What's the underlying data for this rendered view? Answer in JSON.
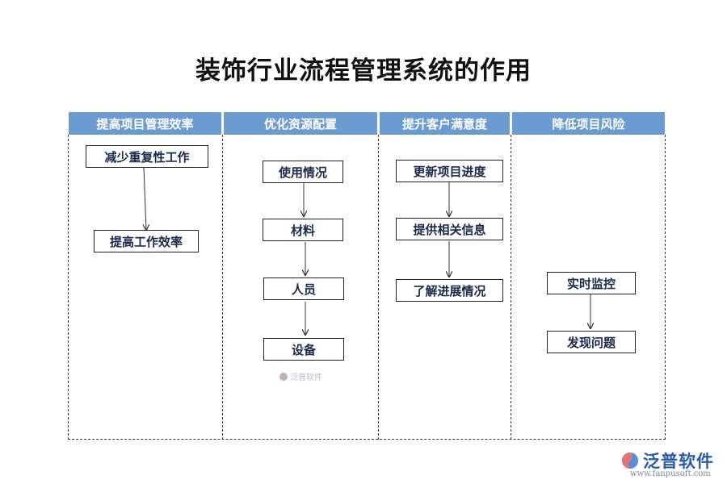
{
  "title": "装饰行业流程管理系统的作用",
  "columns": [
    {
      "header": "提高项目管理效率",
      "steps": [
        "减少重复性工作",
        "提高工作效率"
      ]
    },
    {
      "header": "优化资源配置",
      "steps": [
        "使用情况",
        "材料",
        "人员",
        "设备"
      ]
    },
    {
      "header": "提升客户满意度",
      "steps": [
        "更新项目进度",
        "提供相关信息",
        "了解进展情况"
      ]
    },
    {
      "header": "降低项目风险",
      "steps": [
        "实时监控",
        "发现问题"
      ]
    }
  ],
  "watermark": {
    "center_text": "泛普软件",
    "brand": "泛普软件",
    "url": "www.fanpusoft.com"
  },
  "colors": {
    "header_bg": "#6b9bd1",
    "header_text": "#ffffff",
    "box_text": "#1a2a4a",
    "brand": "#2b5aa8"
  }
}
